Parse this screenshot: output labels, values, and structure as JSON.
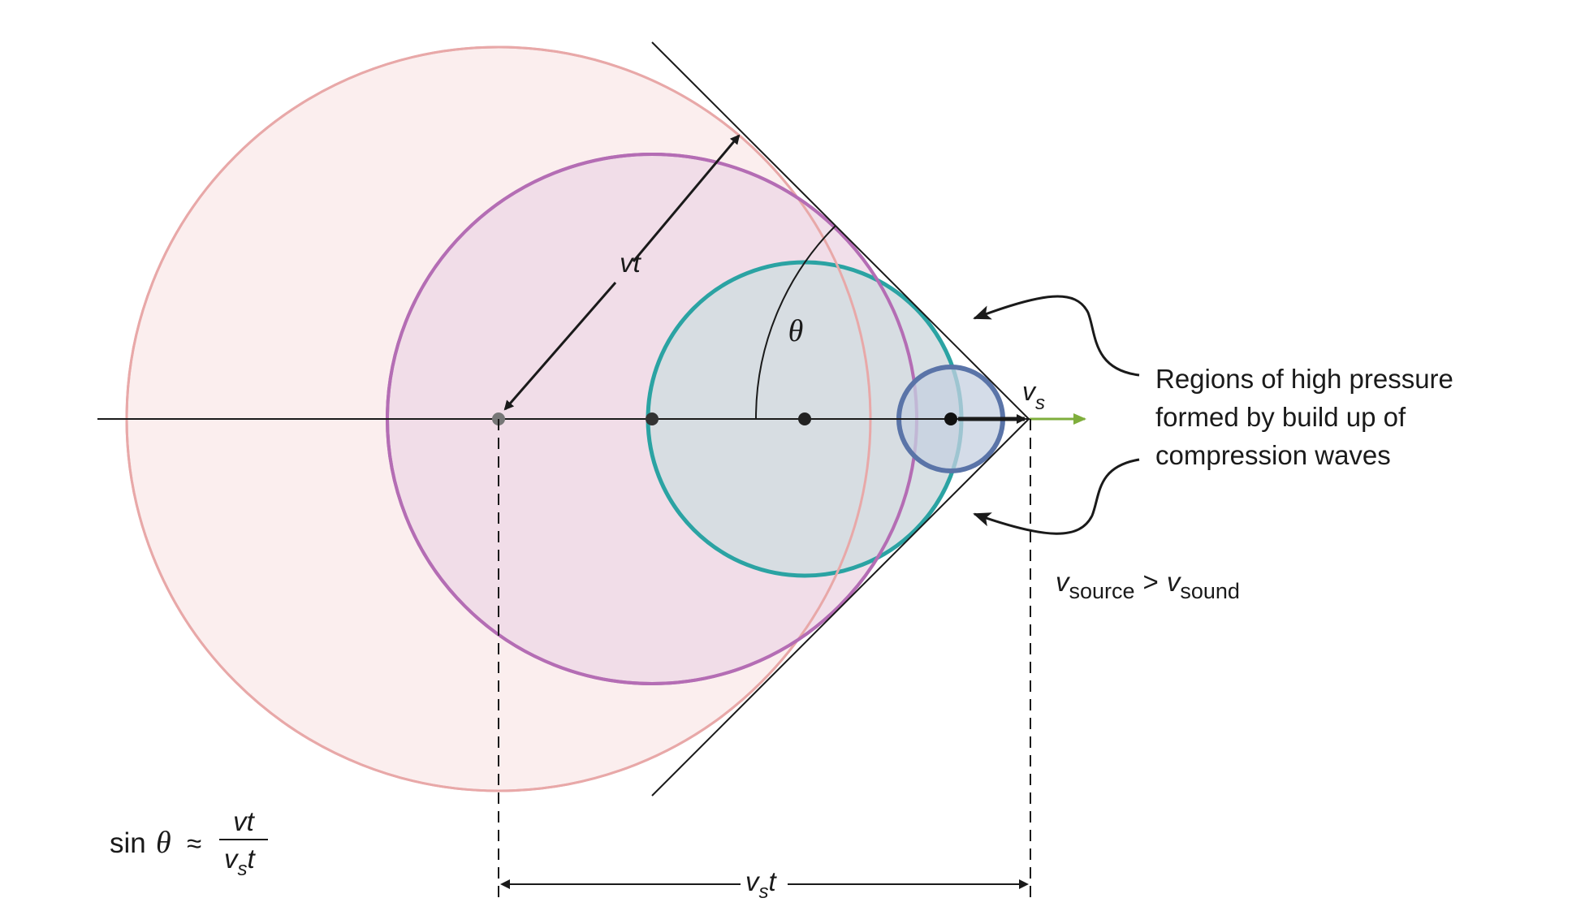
{
  "labels": {
    "wave_radius": "vt",
    "angle": "θ",
    "source_velocity_main": "v",
    "source_velocity_sub": "s",
    "region_line1": "Regions of high pressure",
    "region_line2": "formed by build up of",
    "region_line3": "compression waves",
    "cond_v1": "v",
    "cond_sub1": "source",
    "cond_gt": ">",
    "cond_v2": "v",
    "cond_sub2": "sound",
    "formula_sin": "sin",
    "formula_theta": "θ",
    "formula_approx": "≈",
    "formula_num": "vt",
    "formula_den_v": "v",
    "formula_den_sub": "s",
    "formula_den_t": "t",
    "dist_v": "v",
    "dist_sub": "s",
    "dist_t": "t"
  },
  "colors": {
    "outer_wave_stroke": "#e8a8a8",
    "outer_wave_fill": "#fbeeee",
    "second_wave_stroke": "#b46db4",
    "second_wave_fill": "#efd9e6",
    "third_wave_stroke": "#2ba3a3",
    "third_wave_fill": "#d4dde1",
    "small_wave_stroke": "#5a74a8",
    "small_wave_fill": "#c5d0e0",
    "velocity_arrow": "#7fae3c",
    "lines": "#1a1a1a"
  }
}
